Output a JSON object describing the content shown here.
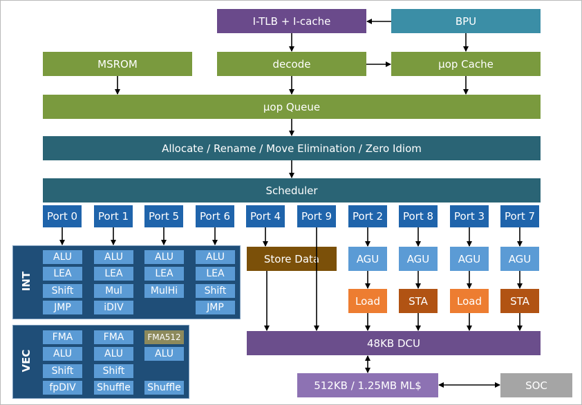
{
  "frontend": {
    "itlb": "I-TLB + I-cache",
    "bpu": "BPU",
    "msrom": "MSROM",
    "decode": "decode",
    "uop_cache": "μop Cache",
    "uop_queue": "μop Queue",
    "allocate": "Allocate / Rename / Move Elimination / Zero Idiom",
    "scheduler": "Scheduler"
  },
  "ports": [
    "Port 0",
    "Port 1",
    "Port 5",
    "Port 6",
    "Port 4",
    "Port 9",
    "Port 2",
    "Port 8",
    "Port 3",
    "Port 7"
  ],
  "int_panel": {
    "label": "INT",
    "port0": [
      "ALU",
      "LEA",
      "Shift",
      "JMP"
    ],
    "port1": [
      "ALU",
      "LEA",
      "Mul",
      "iDIV"
    ],
    "port5": [
      "ALU",
      "LEA",
      "MulHi"
    ],
    "port6": [
      "ALU",
      "LEA",
      "Shift",
      "JMP"
    ]
  },
  "vec_panel": {
    "label": "VEC",
    "port0": [
      "FMA",
      "ALU",
      "Shift",
      "fpDIV"
    ],
    "port1": [
      "FMA",
      "ALU",
      "Shift",
      "Shuffle"
    ],
    "port5": [
      "FMA512",
      "ALU",
      "Shuffle"
    ]
  },
  "store": {
    "store_data": "Store Data"
  },
  "agu": [
    "AGU",
    "AGU",
    "AGU",
    "AGU"
  ],
  "mem_ops": [
    "Load",
    "STA",
    "Load",
    "STA"
  ],
  "memory": {
    "dcu": "48KB DCU",
    "mlc": "512KB / 1.25MB ML$",
    "soc": "SOC"
  },
  "colors": {
    "frontend_purple": "#6a4a8b",
    "bpu_teal": "#3b8ea6",
    "frontend_green": "#7a9a3e",
    "backend_teal": "#2a6475",
    "port_blue": "#1f64ab",
    "panel_navy": "#1f4e78",
    "unit_blue": "#5b9bd5",
    "load_orange": "#ed7d31",
    "sta_rust": "#b15313",
    "store_brown": "#7b5009",
    "dcu_purple": "#6b4e8c",
    "mlc_purple": "#8d72b3",
    "soc_gray": "#a5a5a5"
  }
}
